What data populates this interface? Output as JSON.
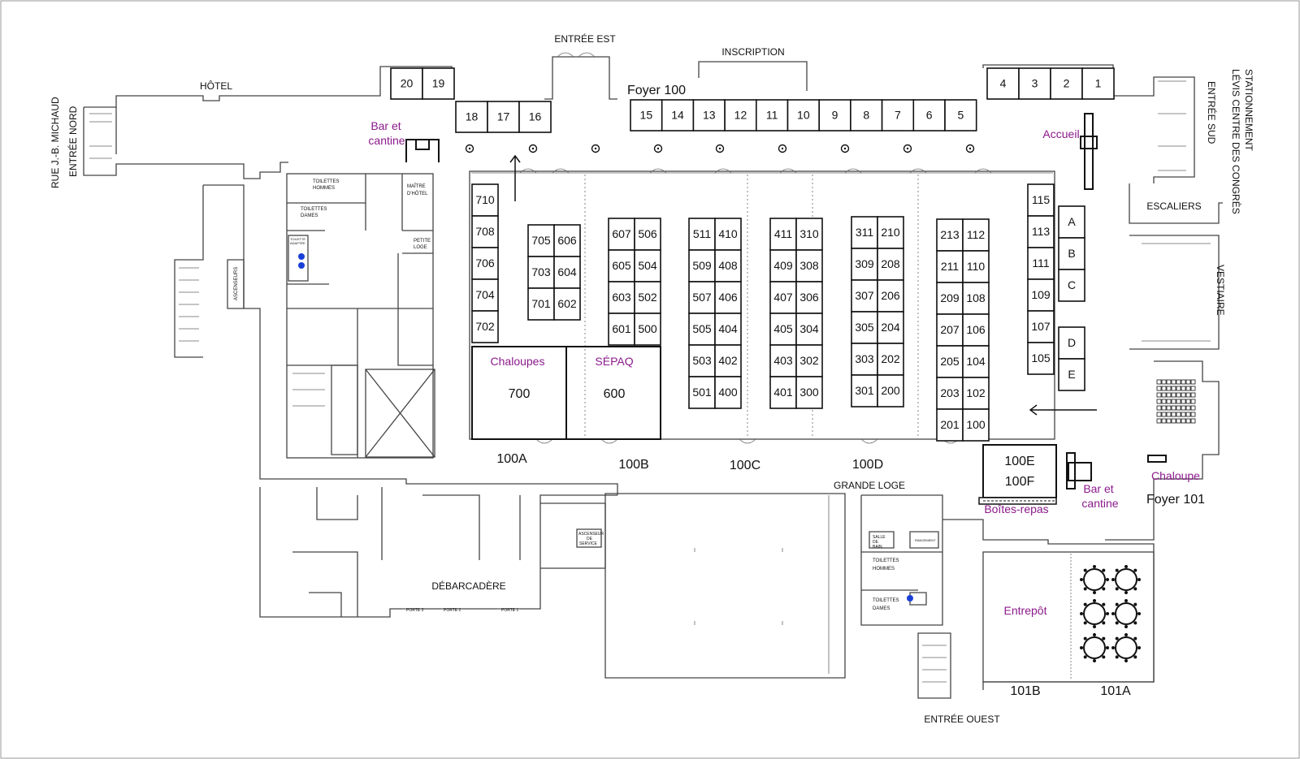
{
  "colors": {
    "accent": "#8b1a8b",
    "line": "#444444",
    "booth": "#111111",
    "water": "#1a3fd6"
  },
  "labels": {
    "entree_est": "ENTRÉE EST",
    "inscription": "INSCRIPTION",
    "hotel": "HÔTEL",
    "foyer_100": "Foyer 100",
    "stationnement": "STATIONNEMENT",
    "levis_centre": "LÉVIS CENTRE DES CONGRÈS",
    "entree_sud": "ENTRÉE SUD",
    "rue_michaud": "RUE J.-B. MICHAUD",
    "entree_nord": "ENTRÉE NORD",
    "escaliers": "ESCALIERS",
    "vestiaire": "VESTIAIRE",
    "toilettes_hommes_1": "TOILETTES",
    "toilettes_hommes_2": "HOMMES",
    "toilettes_dames_1": "TOILETTES",
    "toilettes_dames_2": "DAMES",
    "maitre_hotel_1": "MAÎTRE",
    "maitre_hotel_2": "D'HÔTEL",
    "petite_loge_1": "PETITE",
    "petite_loge_2": "LOGE",
    "ascenseurs": "ASCENSEURS",
    "toilette_adaptee_1": "TOILETTE",
    "toilette_adaptee_2": "ADAPTÉE",
    "grande_loge": "GRANDE LOGE",
    "debarcadere": "DÉBARCADÈRE",
    "porte_3": "PORTE 3",
    "porte_2": "PORTE 2",
    "porte_1": "PORTE 1",
    "ascenseur_service_1": "ASCENSEUR",
    "ascenseur_service_2": "DE",
    "ascenseur_service_3": "SERVICE",
    "salle_bain_1": "SALLE",
    "salle_bain_2": "DE",
    "salle_bain_3": "BAIN",
    "rangement": "RANGEMENT",
    "toilettes_h2_1": "TOILETTES",
    "toilettes_h2_2": "HOMMES",
    "toilettes_d2_1": "TOILETTES",
    "toilettes_d2_2": "DAMES",
    "entree_ouest": "ENTRÉE OUEST",
    "foyer_101": "Foyer 101",
    "room_100a": "100A",
    "room_100b": "100B",
    "room_100c": "100C",
    "room_100d": "100D",
    "room_100e": "100E",
    "room_100f": "100F",
    "room_101a": "101A",
    "room_101b": "101B",
    "chaloupes": "Chaloupes",
    "chaloupes_num": "700",
    "sepaq": "SÉPAQ",
    "sepaq_num": "600"
  },
  "purple_labels": {
    "bar_1a": "Bar et",
    "bar_1b": "cantine",
    "accueil": "Accueil",
    "bar_2a": "Bar et",
    "bar_2b": "cantine",
    "chaloupe": "Chaloupe",
    "boites_repas": "Boîtes-repas",
    "entrepot": "Entrepôt"
  },
  "booths": {
    "top_left": [
      "20",
      "19"
    ],
    "top_mid": [
      "18",
      "17",
      "16"
    ],
    "top_main": [
      "15",
      "14",
      "13",
      "12",
      "11",
      "10",
      "9",
      "8",
      "7",
      "6",
      "5"
    ],
    "top_right": [
      "4",
      "3",
      "2",
      "1"
    ],
    "col_700": [
      "710",
      "708",
      "706",
      "704",
      "702"
    ],
    "pair_705": [
      "705",
      "606"
    ],
    "pair_703": [
      "703",
      "604"
    ],
    "pair_701": [
      "701",
      "602"
    ],
    "col_607": [
      "607",
      "605",
      "603",
      "601"
    ],
    "col_506": [
      "506",
      "504",
      "502",
      "500"
    ],
    "col_511": [
      "511",
      "509",
      "507",
      "505",
      "503",
      "501"
    ],
    "col_410": [
      "410",
      "408",
      "406",
      "404",
      "402",
      "400"
    ],
    "col_411": [
      "411",
      "409",
      "407",
      "405",
      "403",
      "401"
    ],
    "col_310": [
      "310",
      "308",
      "306",
      "304",
      "302",
      "300"
    ],
    "col_311": [
      "311",
      "309",
      "307",
      "305",
      "303",
      "301"
    ],
    "col_210": [
      "210",
      "208",
      "206",
      "204",
      "202",
      "200"
    ],
    "col_213": [
      "213",
      "211",
      "209",
      "207",
      "205",
      "203",
      "201"
    ],
    "col_112": [
      "112",
      "110",
      "108",
      "106",
      "104",
      "102",
      "100"
    ],
    "col_115": [
      "115",
      "113",
      "111",
      "109",
      "107",
      "105"
    ],
    "col_letters_1": [
      "A",
      "B",
      "C"
    ],
    "col_letters_2": [
      "D",
      "E"
    ]
  }
}
